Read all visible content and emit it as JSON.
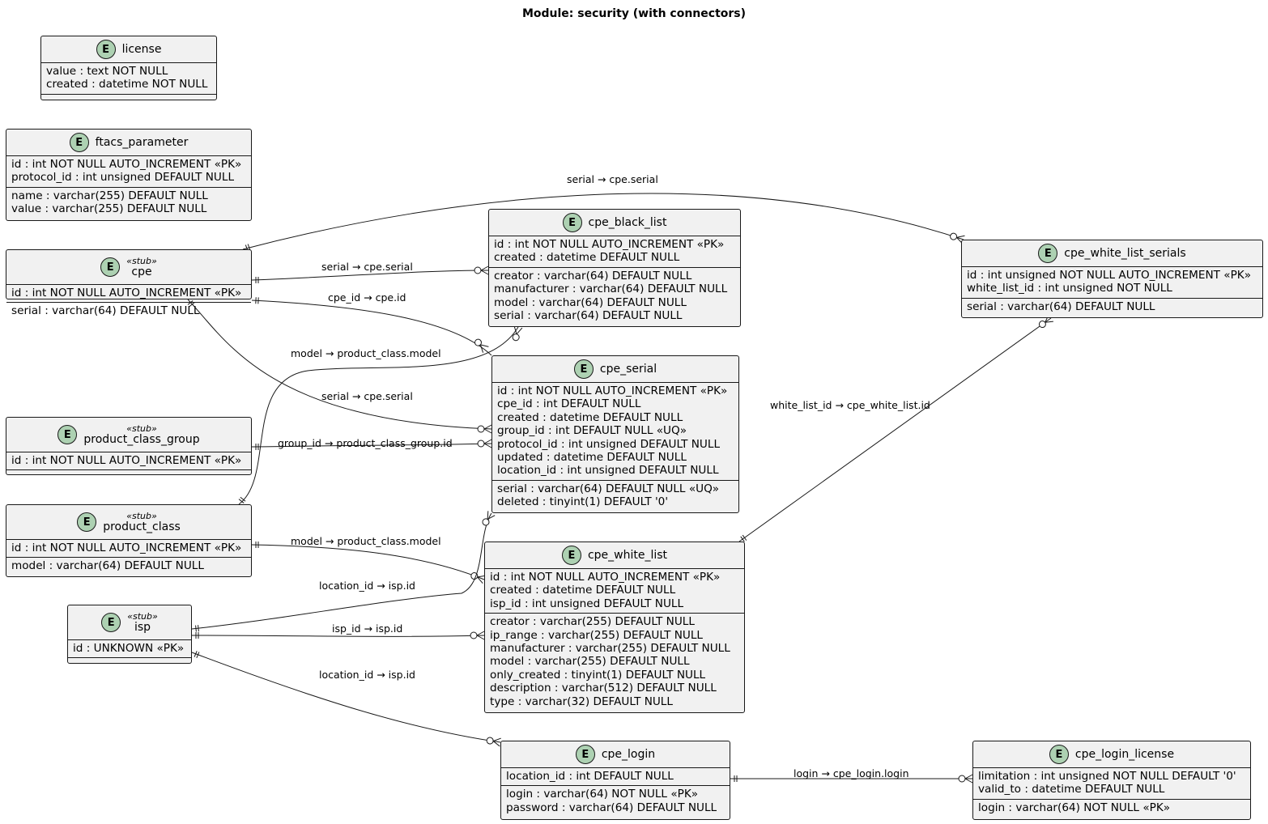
{
  "diagram": {
    "title": "Module: security (with connectors)",
    "badge_letter": "E",
    "entities": {
      "license": {
        "name": "license",
        "stereotype": "",
        "key_fields": [
          "value : text NOT NULL",
          "created : datetime NOT NULL"
        ],
        "fields": []
      },
      "ftacs_parameter": {
        "name": "ftacs_parameter",
        "stereotype": "",
        "key_fields": [
          "id : int NOT NULL AUTO_INCREMENT «PK»",
          "protocol_id : int unsigned DEFAULT NULL"
        ],
        "fields": [
          "name : varchar(255) DEFAULT NULL",
          "value : varchar(255) DEFAULT NULL"
        ]
      },
      "cpe": {
        "name": "cpe",
        "stereotype": "«stub»",
        "key_fields": [
          "id : int NOT NULL AUTO_INCREMENT «PK»"
        ],
        "fields": [
          "serial : varchar(64) DEFAULT NULL"
        ]
      },
      "product_class_group": {
        "name": "product_class_group",
        "stereotype": "«stub»",
        "key_fields": [
          "id : int NOT NULL AUTO_INCREMENT «PK»"
        ],
        "fields": []
      },
      "product_class": {
        "name": "product_class",
        "stereotype": "«stub»",
        "key_fields": [
          "id : int NOT NULL AUTO_INCREMENT «PK»"
        ],
        "fields": [
          "model : varchar(64) DEFAULT NULL"
        ]
      },
      "isp": {
        "name": "isp",
        "stereotype": "«stub»",
        "key_fields": [
          "id : UNKNOWN «PK»"
        ],
        "fields": []
      },
      "cpe_black_list": {
        "name": "cpe_black_list",
        "stereotype": "",
        "key_fields": [
          "id : int NOT NULL AUTO_INCREMENT «PK»",
          "created : datetime DEFAULT NULL"
        ],
        "fields": [
          "creator : varchar(64) DEFAULT NULL",
          "manufacturer : varchar(64) DEFAULT NULL",
          "model : varchar(64) DEFAULT NULL",
          "serial : varchar(64) DEFAULT NULL"
        ]
      },
      "cpe_serial": {
        "name": "cpe_serial",
        "stereotype": "",
        "key_fields": [
          "id : int NOT NULL AUTO_INCREMENT «PK»",
          "cpe_id : int DEFAULT NULL",
          "created : datetime DEFAULT NULL",
          "group_id : int DEFAULT NULL «UQ»",
          "protocol_id : int unsigned DEFAULT NULL",
          "updated : datetime DEFAULT NULL",
          "location_id : int unsigned DEFAULT NULL"
        ],
        "fields": [
          "serial : varchar(64) DEFAULT NULL «UQ»",
          "deleted : tinyint(1) DEFAULT '0'"
        ]
      },
      "cpe_white_list": {
        "name": "cpe_white_list",
        "stereotype": "",
        "key_fields": [
          "id : int NOT NULL AUTO_INCREMENT «PK»",
          "created : datetime DEFAULT NULL",
          "isp_id : int unsigned DEFAULT NULL"
        ],
        "fields": [
          "creator : varchar(255) DEFAULT NULL",
          "ip_range : varchar(255) DEFAULT NULL",
          "manufacturer : varchar(255) DEFAULT NULL",
          "model : varchar(255) DEFAULT NULL",
          "only_created : tinyint(1) DEFAULT NULL",
          "description : varchar(512) DEFAULT NULL",
          "type : varchar(32) DEFAULT NULL"
        ]
      },
      "cpe_login": {
        "name": "cpe_login",
        "stereotype": "",
        "key_fields": [
          "location_id : int DEFAULT NULL"
        ],
        "fields": [
          "login : varchar(64) NOT NULL «PK»",
          "password : varchar(64) DEFAULT NULL"
        ]
      },
      "cpe_white_list_serials": {
        "name": "cpe_white_list_serials",
        "stereotype": "",
        "key_fields": [
          "id : int unsigned NOT NULL AUTO_INCREMENT «PK»",
          "white_list_id : int unsigned NOT NULL"
        ],
        "fields": [
          "serial : varchar(64) DEFAULT NULL"
        ]
      },
      "cpe_login_license": {
        "name": "cpe_login_license",
        "stereotype": "",
        "key_fields": [
          "limitation : int unsigned NOT NULL DEFAULT '0'",
          "valid_to : datetime DEFAULT NULL"
        ],
        "fields": [
          "login : varchar(64) NOT NULL «PK»"
        ]
      }
    },
    "relations": [
      {
        "id": "cpe-wls",
        "label": "serial → cpe.serial",
        "from": "cpe",
        "to": "cpe_white_list_serials",
        "from_end": "one",
        "to_end": "zero-many"
      },
      {
        "id": "cpe-bl",
        "label": "serial → cpe.serial",
        "from": "cpe",
        "to": "cpe_black_list",
        "from_end": "one",
        "to_end": "zero-many"
      },
      {
        "id": "cpe-serial-id",
        "label": "cpe_id → cpe.id",
        "from": "cpe",
        "to": "cpe_serial",
        "from_end": "one",
        "to_end": "zero-many"
      },
      {
        "id": "pc-bl",
        "label": "model → product_class.model",
        "from": "product_class",
        "to": "cpe_black_list",
        "from_end": "one",
        "to_end": "zero-many"
      },
      {
        "id": "cpe-serial-serial",
        "label": "serial → cpe.serial",
        "from": "cpe",
        "to": "cpe_serial",
        "from_end": "one",
        "to_end": "zero-many"
      },
      {
        "id": "pcg-serial",
        "label": "group_id → product_class_group.id",
        "from": "product_class_group",
        "to": "cpe_serial",
        "from_end": "one",
        "to_end": "zero-many"
      },
      {
        "id": "pc-wl",
        "label": "model → product_class.model",
        "from": "product_class",
        "to": "cpe_white_list",
        "from_end": "one",
        "to_end": "zero-many"
      },
      {
        "id": "isp-serial",
        "label": "location_id → isp.id",
        "from": "isp",
        "to": "cpe_serial",
        "from_end": "one",
        "to_end": "zero-many"
      },
      {
        "id": "isp-wl",
        "label": "isp_id → isp.id",
        "from": "isp",
        "to": "cpe_white_list",
        "from_end": "one",
        "to_end": "zero-many"
      },
      {
        "id": "isp-login",
        "label": "location_id → isp.id",
        "from": "isp",
        "to": "cpe_login",
        "from_end": "one",
        "to_end": "zero-many"
      },
      {
        "id": "wl-wls",
        "label": "white_list_id → cpe_white_list.id",
        "from": "cpe_white_list",
        "to": "cpe_white_list_serials",
        "from_end": "one",
        "to_end": "zero-many"
      },
      {
        "id": "login-license",
        "label": "login → cpe_login.login",
        "from": "cpe_login",
        "to": "cpe_login_license",
        "from_end": "one",
        "to_end": "zero-many"
      }
    ]
  }
}
